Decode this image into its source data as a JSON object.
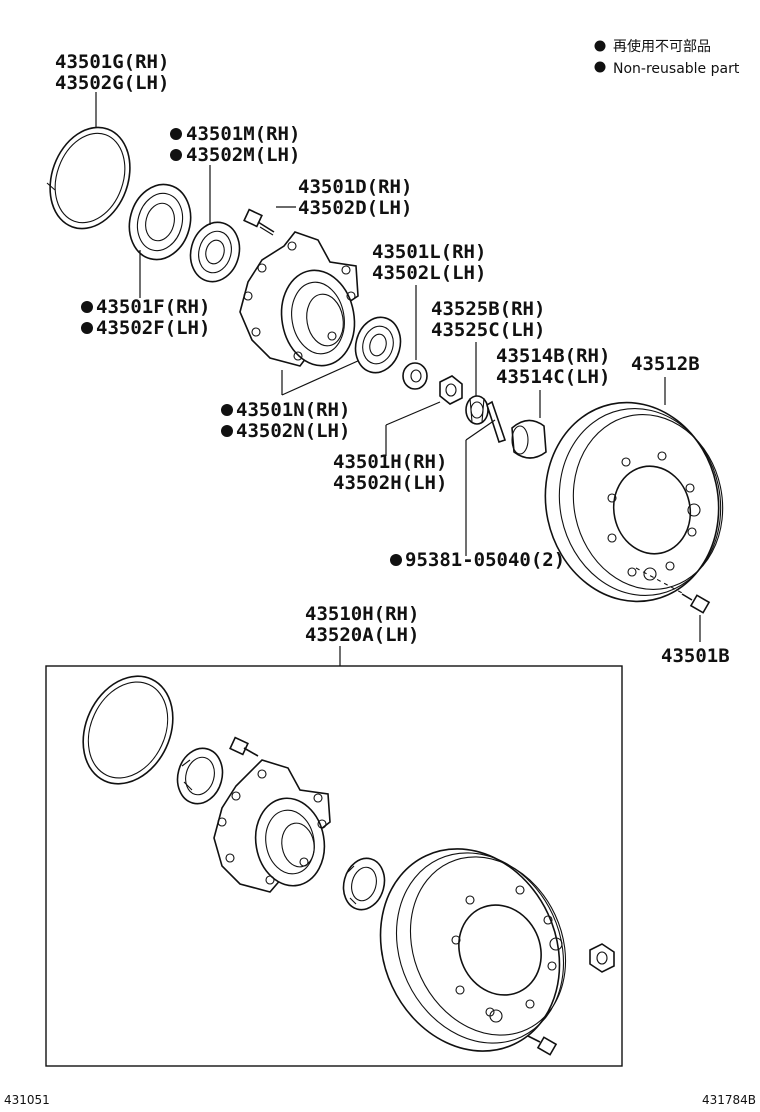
{
  "legend": {
    "line_jp": "再使用不可部品",
    "line_en": "Non-reusable part",
    "marker": "●"
  },
  "parts": {
    "p43501G": [
      "43501G(RH)",
      "43502G(LH)"
    ],
    "p43501M": [
      "43501M(RH)",
      "43502M(LH)"
    ],
    "p43501D": [
      "43501D(RH)",
      "43502D(LH)"
    ],
    "p43501L": [
      "43501L(RH)",
      "43502L(LH)"
    ],
    "p43501F": [
      "43501F(RH)",
      "43502F(LH)"
    ],
    "p43525B": [
      "43525B(RH)",
      "43525C(LH)"
    ],
    "p43514B": [
      "43514B(RH)",
      "43514C(LH)"
    ],
    "p43512B": "43512B",
    "p43501N": [
      "43501N(RH)",
      "43502N(LH)"
    ],
    "p43501H": [
      "43501H(RH)",
      "43502H(LH)"
    ],
    "p95381": "95381-05040(2)",
    "p43501B": "43501B",
    "p43510H": [
      "43510H(RH)",
      "43520A(LH)"
    ]
  },
  "footer": {
    "left_code": "431051",
    "right_code": "431784B"
  }
}
